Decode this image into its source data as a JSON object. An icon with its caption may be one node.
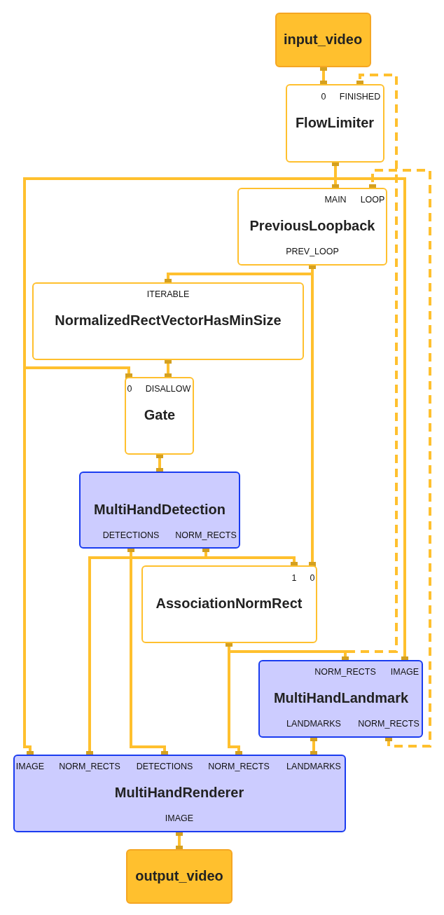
{
  "diagram": {
    "nodes": [
      {
        "text": [
          "input_video"
        ]
      },
      {
        "text": [
          "0",
          "FINISHED",
          "FlowLimiter"
        ]
      },
      {
        "text": [
          "MAIN",
          "LOOP",
          "PreviousLoopback",
          "PREV_LOOP"
        ]
      },
      {
        "text": [
          "ITERABLE",
          "NormalizedRectVectorHasMinSize"
        ]
      },
      {
        "text": [
          "0",
          "DISALLOW",
          "Gate"
        ]
      },
      {
        "text": [
          "MultiHandDetection",
          "DETECTIONS",
          "NORM_RECTS"
        ]
      },
      {
        "text": [
          "1",
          "0",
          "AssociationNormRect"
        ]
      },
      {
        "text": [
          "NORM_RECTS",
          "IMAGE",
          "MultiHandLandmark",
          "LANDMARKS",
          "NORM_RECTS"
        ]
      },
      {
        "text": [
          "IMAGE",
          "NORM_RECTS",
          "DETECTIONS",
          "NORM_RECTS",
          "LANDMARKS",
          "MultiHandRenderer",
          "IMAGE"
        ]
      },
      {
        "text": [
          "output_video"
        ]
      }
    ],
    "edges": [
      {
        "from": 0,
        "to": 1,
        "arrow": "other"
      },
      {
        "from": 1,
        "to": 2,
        "arrow": "other"
      },
      {
        "from": 1,
        "to": 4,
        "arrow": "other"
      },
      {
        "from": 1,
        "to": 7,
        "arrow": "other"
      },
      {
        "from": 1,
        "to": 8,
        "arrow": "other"
      },
      {
        "from": 2,
        "to": 3,
        "arrow": "other"
      },
      {
        "from": 2,
        "to": 6,
        "arrow": "other"
      },
      {
        "from": 3,
        "to": 4,
        "arrow": "other"
      },
      {
        "from": 4,
        "to": 5,
        "arrow": "other"
      },
      {
        "from": 5,
        "to": 8,
        "arrow": "other"
      },
      {
        "from": 5,
        "to": 6,
        "arrow": "other"
      },
      {
        "from": 5,
        "to": 8,
        "arrow": "other"
      },
      {
        "from": 6,
        "to": 7,
        "arrow": "other"
      },
      {
        "from": 6,
        "to": 8,
        "arrow": "other"
      },
      {
        "from": 6,
        "to": 1,
        "arrow": "other",
        "style": "dashed"
      },
      {
        "from": 7,
        "to": 2,
        "arrow": "other",
        "style": "dashed"
      },
      {
        "from": 7,
        "to": 8,
        "arrow": "other"
      },
      {
        "from": 8,
        "to": 9,
        "arrow": "other"
      }
    ]
  }
}
